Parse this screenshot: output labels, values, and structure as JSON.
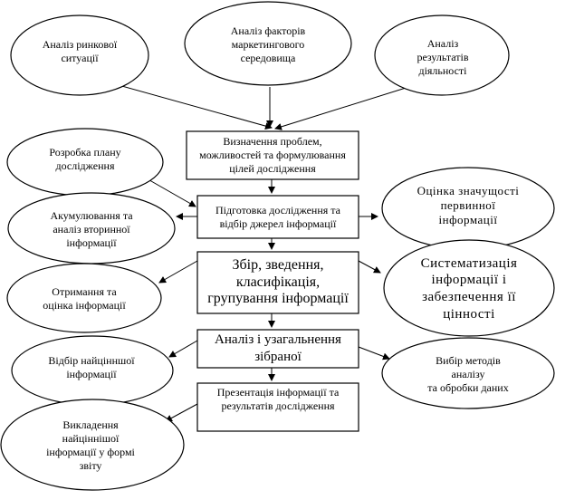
{
  "diagram": {
    "center_steps": [
      "Визначення проблем,\nможливостей та формулювання\nцілей дослідження",
      "Підготовка дослідження та\nвідбір джерел інформації",
      "Збір, зведення,\nкласифікація,\nгрупування інформації",
      "Аналіз і узагальнення\nзібраної",
      "Презентація інформації та\nрезультатів дослідження"
    ],
    "top_inputs": [
      "Аналіз ринкової\nситуації",
      "Аналіз факторів\nмаркетингового\nсередовища",
      "Аналіз\nрезультатів\nдіяльності"
    ],
    "left_items": [
      "Розробка плану\nдослідження",
      "Акумулювання та\nаналіз вторинної\nінформації",
      "Отримання та\nоцінка інформації",
      "Відбір найцінншої\nінформації",
      "Викладення\nнайціннішої\nінформації у формі\nзвіту"
    ],
    "right_items": [
      "Оцінка значущості\nпервинної\nінформації",
      "Систематизація\nінформації і\nзабезпечення її\nцінності",
      "Вибір методів\nаналізу\nта обробки даних"
    ]
  }
}
